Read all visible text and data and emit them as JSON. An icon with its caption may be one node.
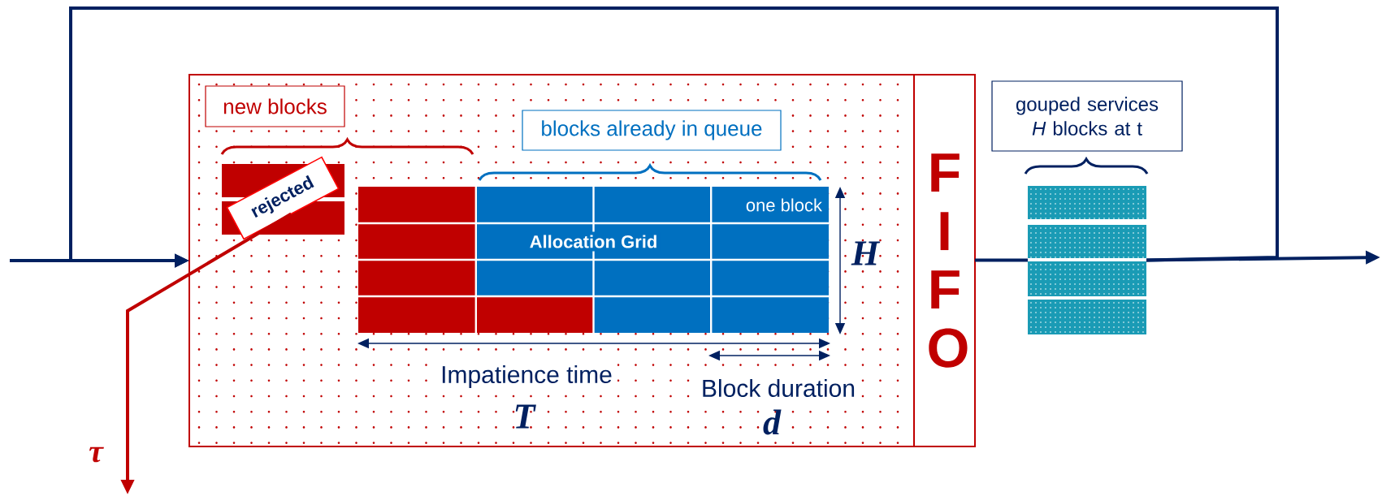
{
  "diagram": {
    "nodes": [
      {
        "text": [],
        "shape": "box"
      },
      {
        "text": [
          "new blocks"
        ],
        "in": 0
      },
      {
        "text": [
          "rejected"
        ],
        "in": 0
      },
      {
        "text": [
          "blocks already in queue"
        ],
        "in": 0
      },
      {
        "text": [
          "Allocation Grid",
          "one block"
        ],
        "in": 0
      },
      {
        "text": [
          "F I F O"
        ]
      },
      {
        "text": [
          "gouped services *H* blocks at t"
        ]
      },
      {
        "text": [],
        "shape": "bar"
      }
    ],
    "edges": [
      {
        "from": null,
        "to": 0,
        "arrow": "to"
      },
      {
        "from": 7,
        "to": 0,
        "arrow": "to"
      },
      {
        "from": 5,
        "to": 7,
        "arrow": "none"
      },
      {
        "from": 7,
        "to": null,
        "arrow": "to"
      },
      {
        "from": 2,
        "to": null,
        "arrow": "to",
        "label": "τ",
        "color": "#c00000"
      }
    ],
    "labels": [
      "H",
      "Impatience time",
      "T",
      "Block duration",
      "d"
    ]
  }
}
